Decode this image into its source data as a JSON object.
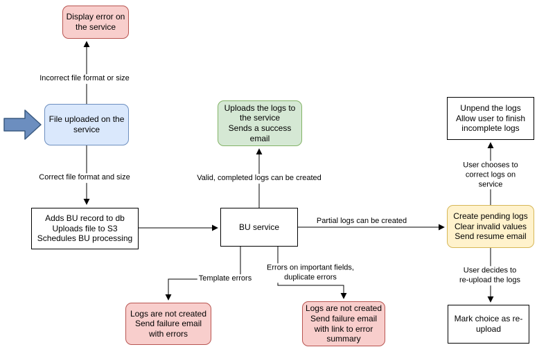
{
  "diagram": {
    "nodes": {
      "display_error": {
        "label": "Display error on the service"
      },
      "file_uploaded": {
        "label": "File uploaded on the service"
      },
      "adds_bu_record": {
        "label": "Adds BU record to db\nUploads file to S3\nSchedules BU processing"
      },
      "bu_service": {
        "label": "BU service"
      },
      "success_email": {
        "label": "Uploads the logs to the service\nSends a success email"
      },
      "unpend_logs": {
        "label": "Unpend the logs\nAllow user to finish incomplete logs"
      },
      "create_pending_logs": {
        "label": "Create pending logs\nClear invalid values\nSend resume email"
      },
      "mark_reupload": {
        "label": "Mark choice as re-upload"
      },
      "logs_not_created_template": {
        "label": "Logs are not created\nSend failure email with errors"
      },
      "logs_not_created_fields": {
        "label": "Logs are not created\nSend failure email with link to error summary"
      }
    },
    "edge_labels": {
      "incorrect_format": "Incorrect file format or size",
      "correct_format": "Correct file format and size",
      "valid_logs": "Valid, completed logs can be created",
      "partial_logs": "Partial logs can be created",
      "user_corrects": "User chooses to correct logs on service",
      "user_reuploads": "User decides to re-upload the logs",
      "template_errors": "Template errors",
      "field_errors": "Errors on important fields,\nduplicate errors"
    },
    "colors": {
      "pink_fill": "#f8cecc",
      "pink_stroke": "#b85450",
      "blue_fill": "#dae8fc",
      "blue_stroke": "#6c8ebf",
      "green_fill": "#d5e8d4",
      "green_stroke": "#82b366",
      "yellow_fill": "#fff2cc",
      "yellow_stroke": "#d6b656",
      "white_fill": "#ffffff",
      "black_stroke": "#000000",
      "arrow_icon_fill": "#6c8ebf",
      "arrow_icon_stroke": "#3a5a80"
    }
  }
}
